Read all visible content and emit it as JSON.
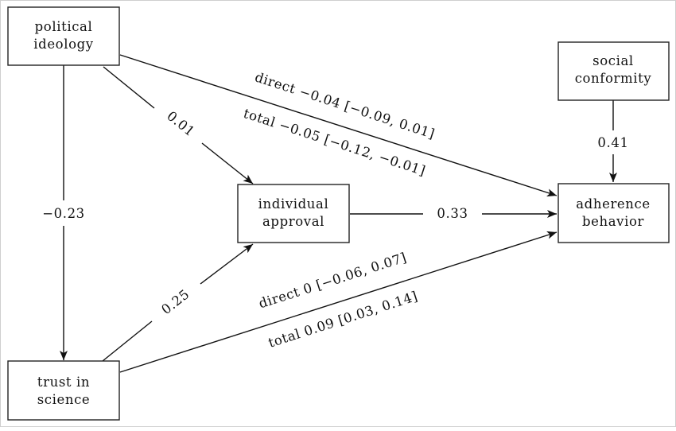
{
  "nodes": {
    "political_ideology": [
      "political",
      "ideology"
    ],
    "trust_in_science": [
      "trust in",
      "science"
    ],
    "individual_approval": [
      "individual",
      "approval"
    ],
    "social_conformity": [
      "social",
      "conformity"
    ],
    "adherence_behavior": [
      "adherence",
      "behavior"
    ]
  },
  "edges": {
    "ideology_to_trust": "−0.23",
    "ideology_to_approval": "0.01",
    "trust_to_approval": "0.25",
    "approval_to_adherence": "0.33",
    "conformity_to_adherence": "0.41",
    "ideology_to_adherence_direct": "direct  −0.04 [−0.09, 0.01]",
    "ideology_to_adherence_total": "total −0.05 [−0.12, −0.01]",
    "trust_to_adherence_direct": "direct  0 [−0.06, 0.07]",
    "trust_to_adherence_total": "total 0.09 [0.03, 0.14]"
  }
}
